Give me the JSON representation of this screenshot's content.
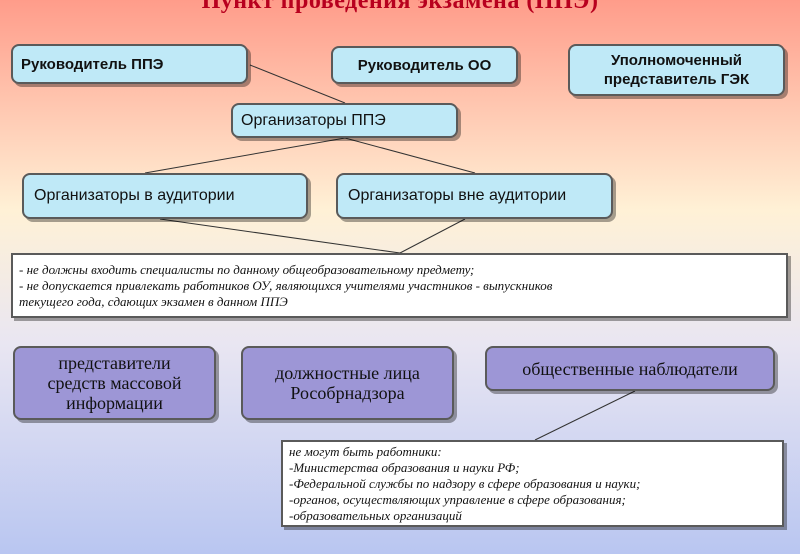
{
  "title": "Пункт проведения экзамена (ППЭ)",
  "nodes": {
    "head_ppe": "Руководитель  ППЭ",
    "head_oo": "Руководитель ОО",
    "gek": [
      "Уполномоченный",
      "представитель ГЭК"
    ],
    "organizers_ppe": "Организаторы  ППЭ",
    "org_in": "Организаторы в аудитории",
    "org_out": "Организаторы вне аудитории",
    "media": [
      "представители",
      "средств массовой",
      "информации"
    ],
    "officials": [
      "должностные лица",
      "Рособрнадзора"
    ],
    "observers": "общественные наблюдатели"
  },
  "organizer_rules": [
    "- не должны входить специалисты по данному общеобразовательному предмету;",
    "- не допускается привлекать работников ОУ, являющихся учителями участников - выпускников",
    "текущего года, сдающих экзамен в данном ППЭ"
  ],
  "observer_rules": [
    " не могут быть работники:",
    "-Министерства образования и науки РФ;",
    "-Федеральной службы по надзору в сфере образования и науки;",
    "-органов, осуществляющих управление в сфере образования;",
    "-образовательных организаций"
  ]
}
